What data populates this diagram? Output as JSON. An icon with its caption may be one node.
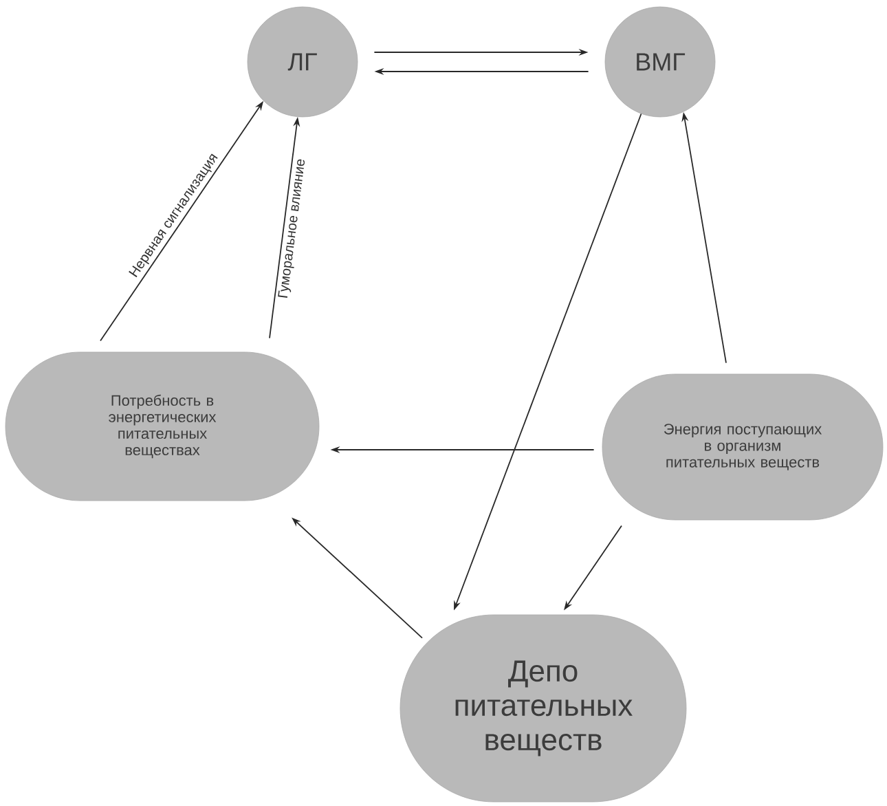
{
  "diagram": {
    "nodes": [
      {
        "text": [
          "ЛГ"
        ]
      },
      {
        "text": [
          "ВМГ"
        ]
      },
      {
        "text": [
          "Потребность в энергетических питательных веществах"
        ]
      },
      {
        "text": [
          "Энергия поступающих в организм питательных веществ"
        ]
      },
      {
        "text": [
          "Депо питательных веществ"
        ]
      }
    ],
    "edges": [
      {
        "from": 0,
        "to": 1,
        "arrow": "to"
      },
      {
        "from": 1,
        "to": 0,
        "arrow": "to"
      },
      {
        "from": 2,
        "to": 0,
        "arrow": "to",
        "label": "Нервная сигнализация"
      },
      {
        "from": 2,
        "to": 0,
        "arrow": "to",
        "label": "Гуморальное влияние"
      },
      {
        "from": 1,
        "to": 4,
        "arrow": "to"
      },
      {
        "from": 3,
        "to": 1,
        "arrow": "to"
      },
      {
        "from": 3,
        "to": 2,
        "arrow": "to"
      },
      {
        "from": 4,
        "to": 2,
        "arrow": "to"
      },
      {
        "from": 3,
        "to": 4,
        "arrow": "to"
      }
    ]
  }
}
